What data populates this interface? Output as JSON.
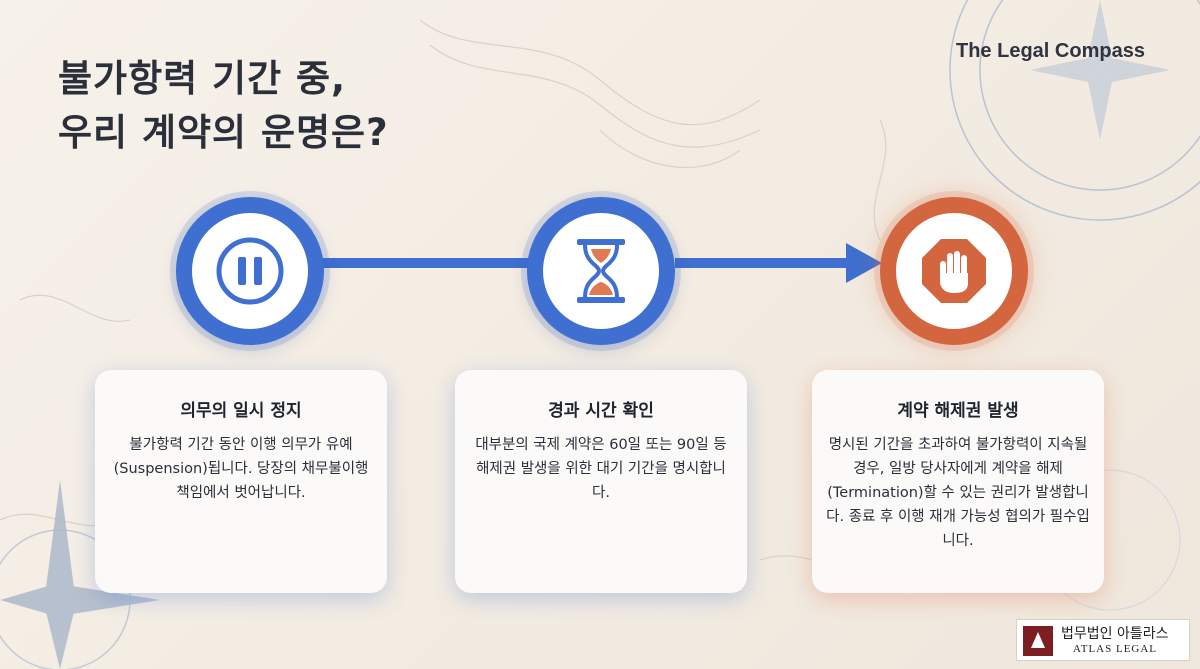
{
  "slide": {
    "title_line1": "불가항력 기간 중,",
    "title_line2": "우리 계약의 운명은?",
    "brand": "The Legal Compass"
  },
  "steps": [
    {
      "icon": "pause-icon",
      "title": "의무의 일시 정지",
      "body": "불가항력 기간 동안 이행 의무가 유예(Suspension)됩니다. 당장의 채무불이행 책임에서 벗어납니다."
    },
    {
      "icon": "hourglass-icon",
      "title": "경과 시간 확인",
      "body": "대부분의 국제 계약은 60일 또는 90일 등 해제권 발생을 위한 대기 기간을 명시합니다."
    },
    {
      "icon": "stop-hand-icon",
      "title": "계약 해제권 발생",
      "body": "명시된 기간을 초과하여 불가항력이 지속될 경우, 일방 당사자에게 계약을 해제(Termination)할 수 있는 권리가 발생합니다. 종료 후 이행 재개 가능성 협의가 필수입니다."
    }
  ],
  "logo": {
    "name_ko": "법무법인 아틀라스",
    "name_en": "ATLAS LEGAL"
  },
  "colors": {
    "accent_blue": "#3e6fd1",
    "accent_orange": "#d4663f",
    "background": "#f3ede4",
    "logo_red": "#7c1e22"
  }
}
